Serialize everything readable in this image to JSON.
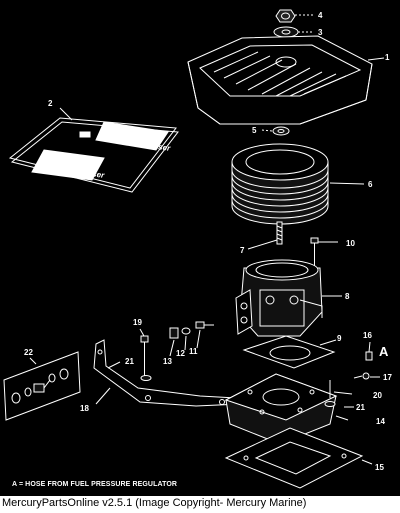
{
  "callouts": {
    "c1": "1",
    "c2": "2",
    "c3": "3",
    "c4": "4",
    "c5": "5",
    "c6": "6",
    "c7": "7",
    "c8": "8",
    "c9": "9",
    "c10": "10",
    "c11": "11",
    "c12": "12",
    "c13": "13",
    "c14": "14",
    "c15": "15",
    "c16": "16",
    "c17": "17",
    "c18": "18",
    "c19": "19",
    "c20": "20",
    "c21a": "21",
    "c21b": "21",
    "c22": "22",
    "cA": "A"
  },
  "decal_text": {
    "decal_top": "MerCruiser",
    "decal_bottom": "MerCruiser"
  },
  "note": "A = HOSE FROM FUEL PRESSURE REGULATOR",
  "caption": "MercuryPartsOnline v2.5.1 (Image Copyright- Mercury Marine)"
}
